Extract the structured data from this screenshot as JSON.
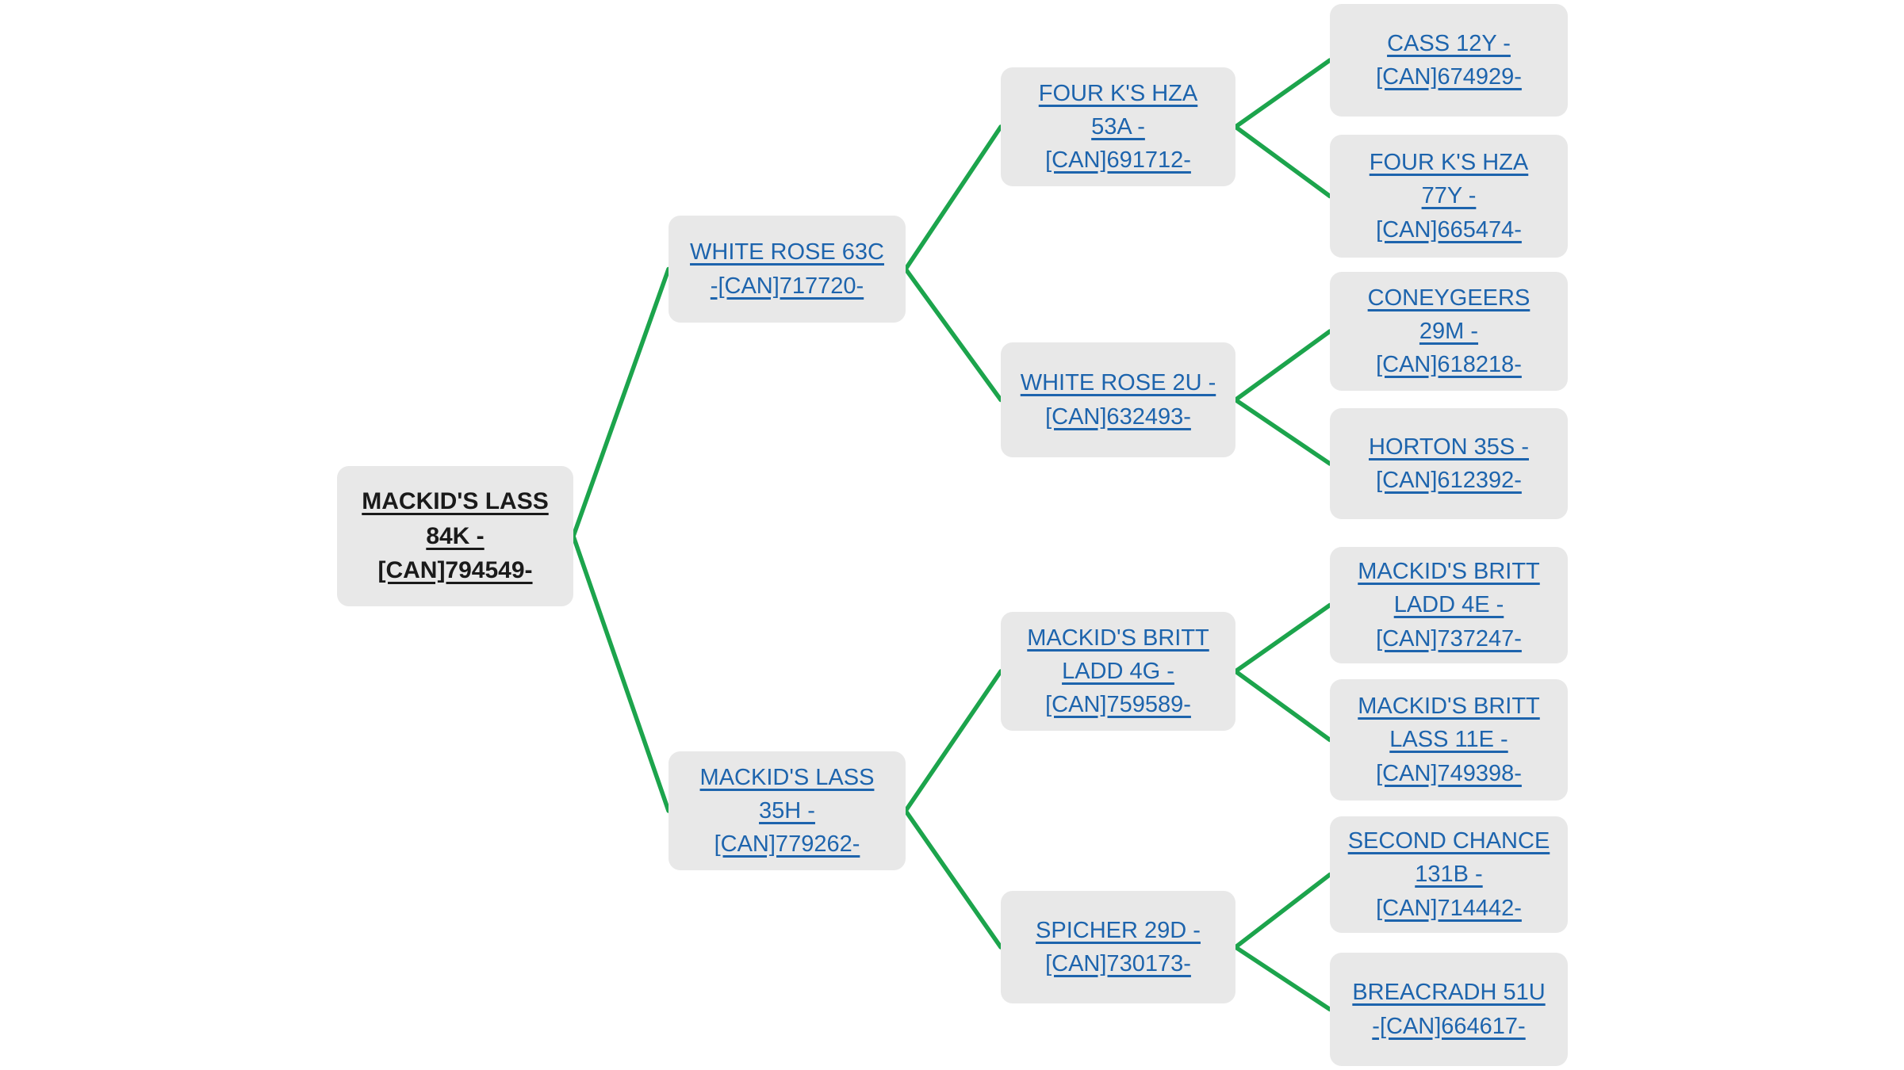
{
  "colors": {
    "node_bg": "#e8e8e8",
    "link_blue": "#1d64ad",
    "root_text": "#1a1a1a",
    "connector_green": "#1ca44c"
  },
  "pedigree": {
    "description": "Four-generation pedigree tree",
    "nodes": [
      {
        "id": "mackids-lass-84k",
        "generation": 1,
        "parent": null,
        "label": "MACKID'S LASS 84K - [CAN]794549-",
        "lines": [
          "MACKID'S LASS",
          "84K -",
          "[CAN]794549-"
        ]
      },
      {
        "id": "white-rose-63c",
        "generation": 2,
        "parent": "mackids-lass-84k",
        "label": "WHITE ROSE 63C -[CAN]717720-",
        "lines": [
          "WHITE ROSE 63C",
          "-[CAN]717720-"
        ]
      },
      {
        "id": "four-ks-hza-53a",
        "generation": 3,
        "parent": "white-rose-63c",
        "label": "FOUR K'S HZA 53A - [CAN]691712-",
        "lines": [
          "FOUR K'S HZA",
          "53A -",
          "[CAN]691712-"
        ]
      },
      {
        "id": "cass-12y",
        "generation": 4,
        "parent": "four-ks-hza-53a",
        "label": "CASS 12Y - [CAN]674929-",
        "lines": [
          "CASS 12Y -",
          "[CAN]674929-"
        ]
      },
      {
        "id": "four-ks-hza-77y",
        "generation": 4,
        "parent": "four-ks-hza-53a",
        "label": "FOUR K'S HZA 77Y - [CAN]665474-",
        "lines": [
          "FOUR K'S HZA",
          "77Y -",
          "[CAN]665474-"
        ]
      },
      {
        "id": "white-rose-2u",
        "generation": 3,
        "parent": "white-rose-63c",
        "label": "WHITE ROSE 2U - [CAN]632493-",
        "lines": [
          "WHITE ROSE 2U -",
          "[CAN]632493-"
        ]
      },
      {
        "id": "coneygeers-29m",
        "generation": 4,
        "parent": "white-rose-2u",
        "label": "CONEYGEERS 29M - [CAN]618218-",
        "lines": [
          "CONEYGEERS",
          "29M -",
          "[CAN]618218-"
        ]
      },
      {
        "id": "horton-35s",
        "generation": 4,
        "parent": "white-rose-2u",
        "label": "HORTON 35S - [CAN]612392-",
        "lines": [
          "HORTON 35S -",
          "[CAN]612392-"
        ]
      },
      {
        "id": "mackids-lass-35h",
        "generation": 2,
        "parent": "mackids-lass-84k",
        "label": "MACKID'S LASS 35H - [CAN]779262-",
        "lines": [
          "MACKID'S LASS",
          "35H -",
          "[CAN]779262-"
        ]
      },
      {
        "id": "mackids-britt-ladd-4g",
        "generation": 3,
        "parent": "mackids-lass-35h",
        "label": "MACKID'S BRITT LADD 4G - [CAN]759589-",
        "lines": [
          "MACKID'S BRITT",
          "LADD 4G -",
          "[CAN]759589-"
        ]
      },
      {
        "id": "mackids-britt-ladd-4e",
        "generation": 4,
        "parent": "mackids-britt-ladd-4g",
        "label": "MACKID'S BRITT LADD 4E - [CAN]737247-",
        "lines": [
          "MACKID'S BRITT",
          "LADD 4E -",
          "[CAN]737247-"
        ]
      },
      {
        "id": "mackids-britt-lass-11e",
        "generation": 4,
        "parent": "mackids-britt-ladd-4g",
        "label": "MACKID'S BRITT LASS 11E - [CAN]749398-",
        "lines": [
          "MACKID'S BRITT",
          "LASS 11E -",
          "[CAN]749398-"
        ]
      },
      {
        "id": "spicher-29d",
        "generation": 3,
        "parent": "mackids-lass-35h",
        "label": "SPICHER 29D - [CAN]730173-",
        "lines": [
          "SPICHER 29D -",
          "[CAN]730173-"
        ]
      },
      {
        "id": "second-chance-131b",
        "generation": 4,
        "parent": "spicher-29d",
        "label": "SECOND CHANCE 131B - [CAN]714442-",
        "lines": [
          "SECOND CHANCE",
          "131B -",
          "[CAN]714442-"
        ]
      },
      {
        "id": "breacradh-51u",
        "generation": 4,
        "parent": "spicher-29d",
        "label": "BREACRADH 51U -[CAN]664617-",
        "lines": [
          "BREACRADH 51U",
          "-[CAN]664617-"
        ]
      }
    ]
  }
}
